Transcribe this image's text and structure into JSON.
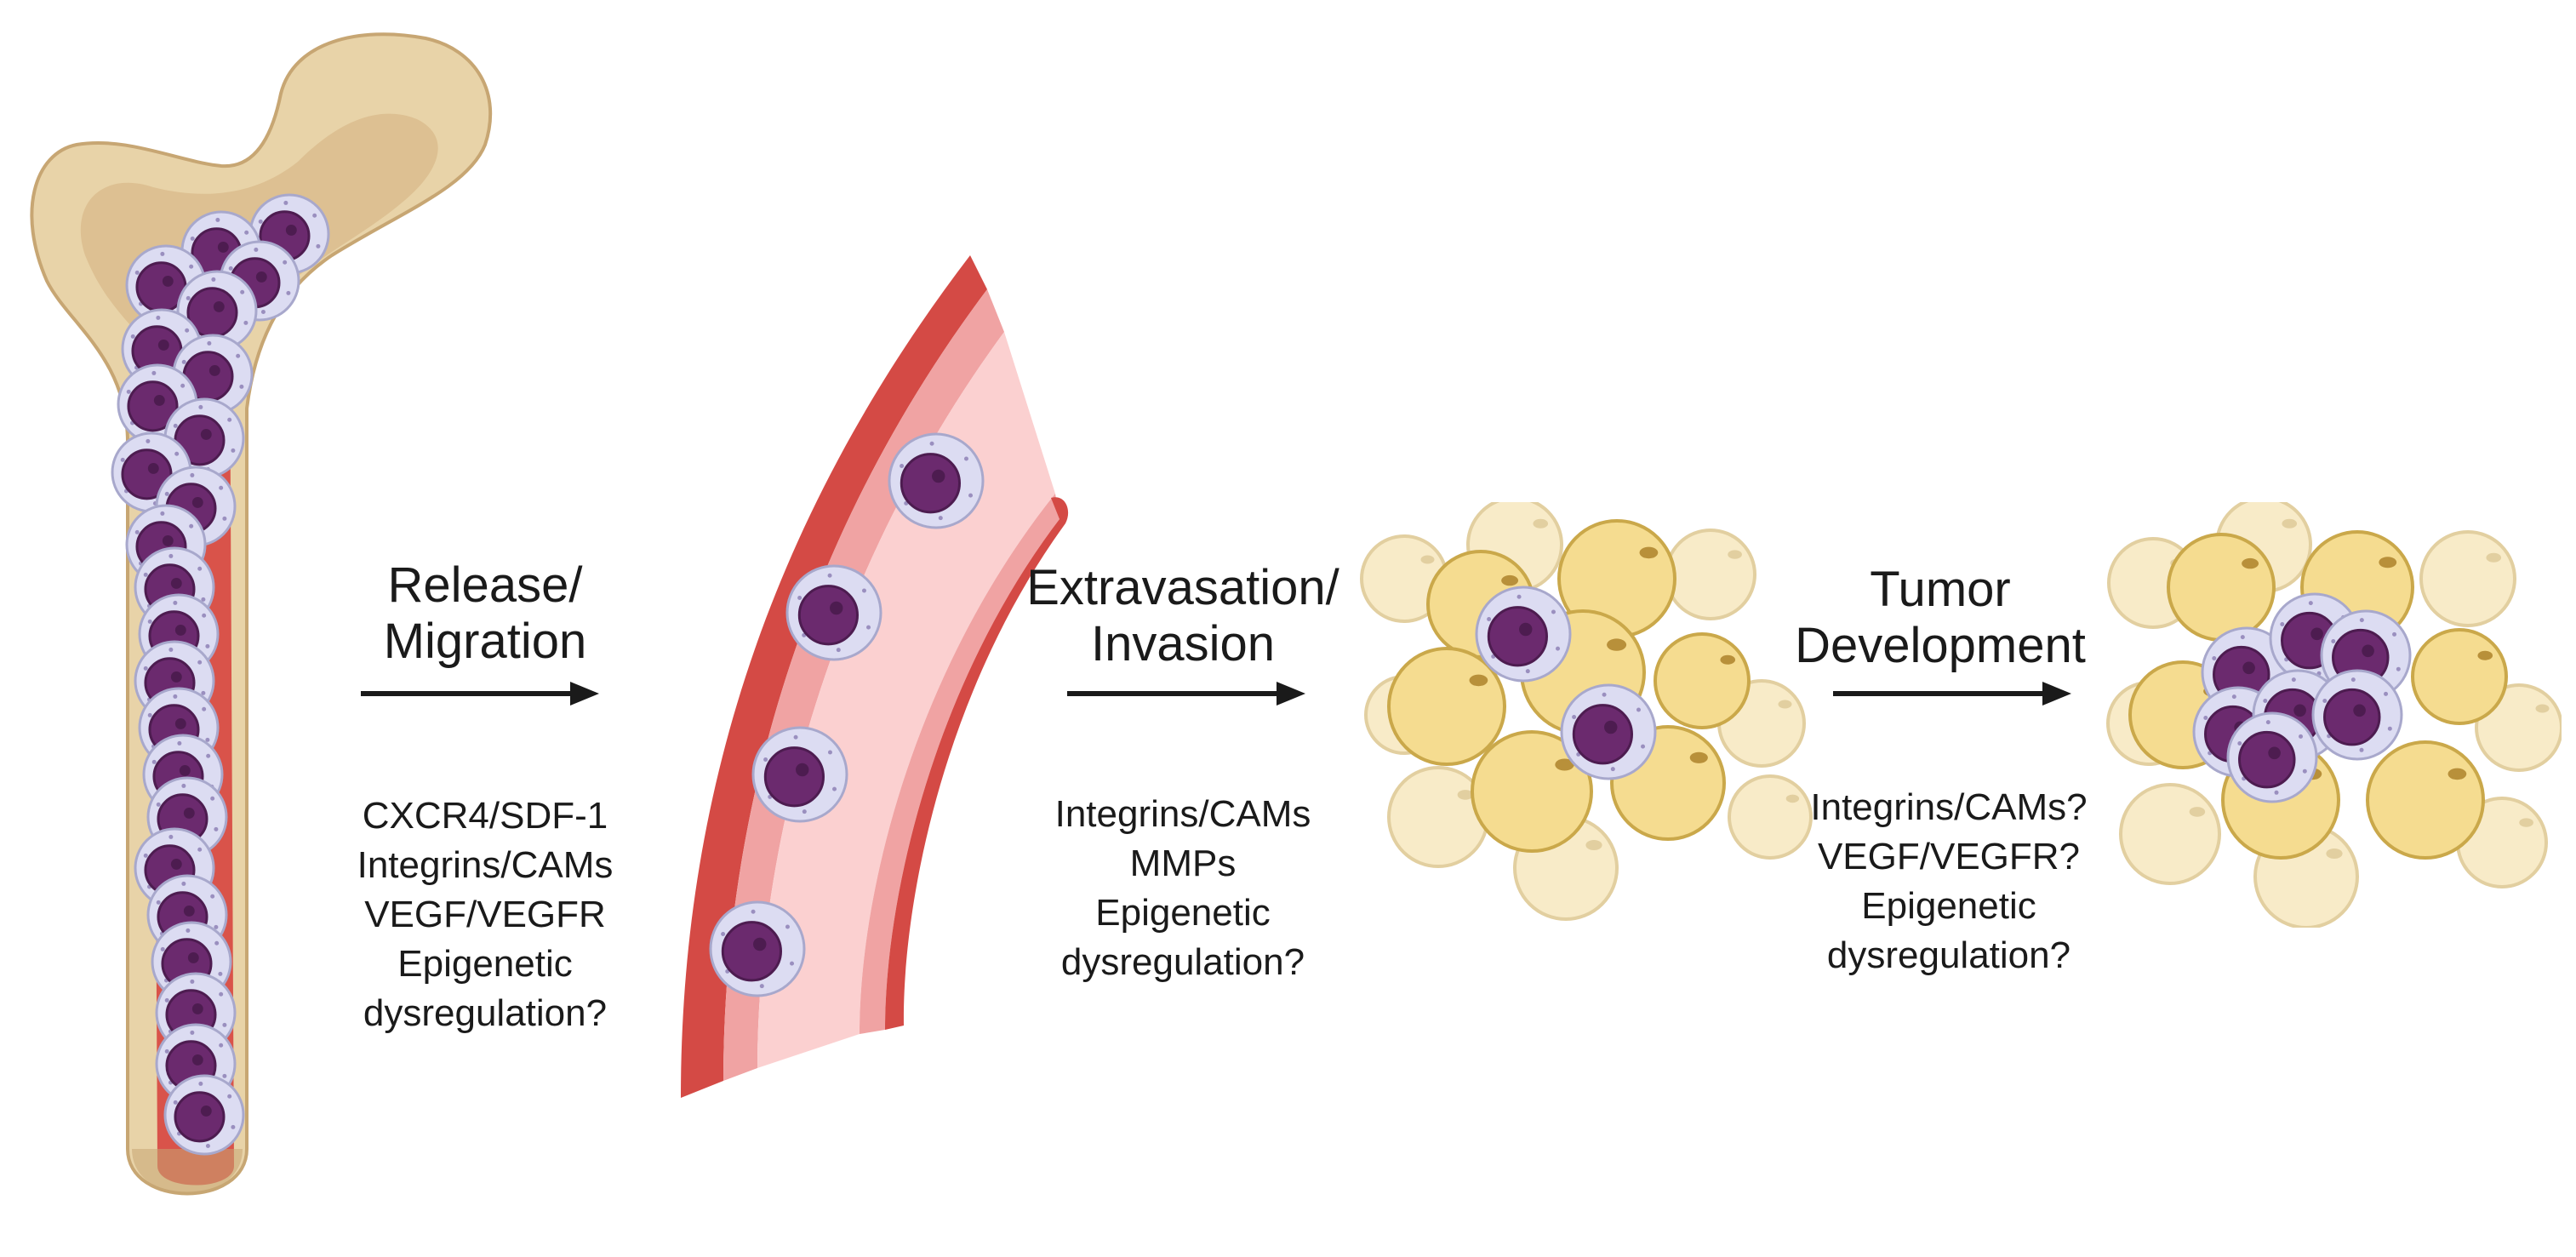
{
  "colors": {
    "bone_outer": "#e8d3a8",
    "bone_inner": "#d9bc8c",
    "bone_stroke": "#c7a673",
    "marrow": "#d9534a",
    "vessel_wall": "#d44a45",
    "vessel_lumen": "#fbd0d0",
    "vessel_endothelium": "#f0a3a3",
    "cell_cytoplasm": "#dcdcf2",
    "cell_nucleus": "#6b2a6e",
    "adipocyte": "#f5dc90",
    "adipocyte_pale": "#f8ebc8",
    "adipocyte_stroke": "#caa84a",
    "arrow": "#1a1a1a"
  },
  "stages": [
    {
      "id": "bone-marrow",
      "illustration": "femur-with-myeloma-cells-icon"
    },
    {
      "id": "migration",
      "title_lines": [
        "Release/",
        "Migration"
      ],
      "factor_lines": [
        "CXCR4/SDF-1",
        "Integrins/CAMs",
        "VEGF/VEGFR",
        "Epigenetic",
        "dysregulation?"
      ]
    },
    {
      "id": "blood-vessel",
      "illustration": "blood-vessel-with-circulating-cells-icon"
    },
    {
      "id": "extravasation",
      "title_lines": [
        "Extravasation/",
        "Invasion"
      ],
      "factor_lines": [
        "Integrins/CAMs",
        "MMPs",
        "Epigenetic",
        "dysregulation?"
      ]
    },
    {
      "id": "adipose-invasion",
      "illustration": "adipose-tissue-with-invading-cells-icon"
    },
    {
      "id": "tumor",
      "title_lines": [
        "Tumor",
        "Development"
      ],
      "factor_lines": [
        "Integrins/CAMs?",
        "VEGF/VEGFR?",
        "Epigenetic",
        "dysregulation?"
      ]
    },
    {
      "id": "tumor-cluster",
      "illustration": "tumor-cluster-in-adipose-tissue-icon"
    }
  ]
}
